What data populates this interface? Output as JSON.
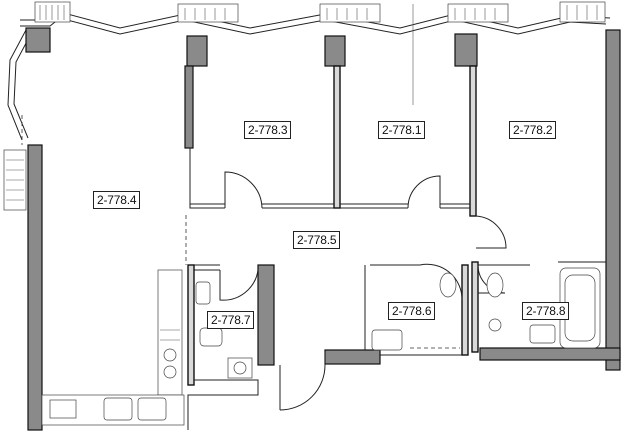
{
  "floor_plan": {
    "rooms": [
      {
        "id": "2-778.1",
        "label": "2-778.1"
      },
      {
        "id": "2-778.2",
        "label": "2-778.2"
      },
      {
        "id": "2-778.3",
        "label": "2-778.3"
      },
      {
        "id": "2-778.4",
        "label": "2-778.4"
      },
      {
        "id": "2-778.5",
        "label": "2-778.5"
      },
      {
        "id": "2-778.6",
        "label": "2-778.6"
      },
      {
        "id": "2-778.7",
        "label": "2-778.7"
      },
      {
        "id": "2-778.8",
        "label": "2-778.8"
      }
    ]
  }
}
